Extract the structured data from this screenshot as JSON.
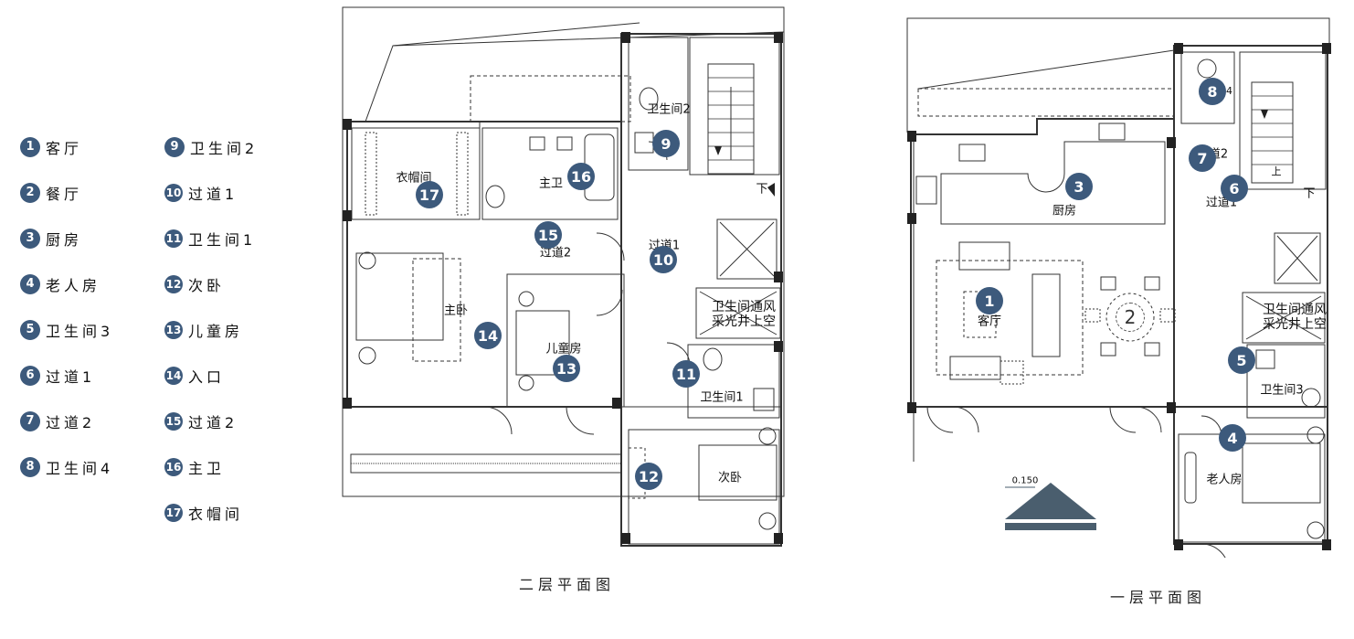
{
  "legend": [
    {
      "num": "1",
      "label": "客厅"
    },
    {
      "num": "2",
      "label": "餐厅"
    },
    {
      "num": "3",
      "label": "厨房"
    },
    {
      "num": "4",
      "label": "老人房"
    },
    {
      "num": "5",
      "label": "卫生间3"
    },
    {
      "num": "6",
      "label": "过道1"
    },
    {
      "num": "7",
      "label": "过道2"
    },
    {
      "num": "8",
      "label": "卫生间4"
    },
    {
      "num": "9",
      "label": "卫生间2"
    },
    {
      "num": "10",
      "label": "过道1"
    },
    {
      "num": "11",
      "label": "卫生间1"
    },
    {
      "num": "12",
      "label": "次卧"
    },
    {
      "num": "13",
      "label": "儿童房"
    },
    {
      "num": "14",
      "label": "入口"
    },
    {
      "num": "15",
      "label": "过道2"
    },
    {
      "num": "16",
      "label": "主卫"
    },
    {
      "num": "17",
      "label": "衣帽间"
    }
  ],
  "second_floor": {
    "caption": "二层平面图",
    "rooms": {
      "cloakroom": "衣帽间",
      "master_bath": "主卫",
      "bath2": "卫生间2",
      "down": "下",
      "corridor2": "过道2",
      "corridor1": "过道1",
      "master_bed": "主卧",
      "vent_line1": "卫生间通风",
      "vent_line2": "采光井上空",
      "kids": "儿童房",
      "bath1": "卫生间1",
      "second_bed": "次卧"
    },
    "markers": [
      "9",
      "16",
      "17",
      "15",
      "10",
      "14",
      "13",
      "11",
      "12"
    ]
  },
  "first_floor": {
    "caption": "一层平面图",
    "level": "0.150",
    "rooms": {
      "kitchen": "厨房",
      "living": "客厅",
      "bath4": "间4",
      "corridor2": "过道2",
      "corridor1": "过道1",
      "down": "下",
      "up": "上",
      "vent_line1": "卫生间通风",
      "vent_line2": "采光井上空",
      "bath3": "卫生间3",
      "elder": "老人房"
    },
    "markers": [
      "1",
      "2",
      "3",
      "4",
      "5",
      "6",
      "7",
      "8"
    ]
  },
  "colors": {
    "marker": "#3d5a7c",
    "line": "#333333",
    "level_symbol": "#4a5e6e"
  }
}
